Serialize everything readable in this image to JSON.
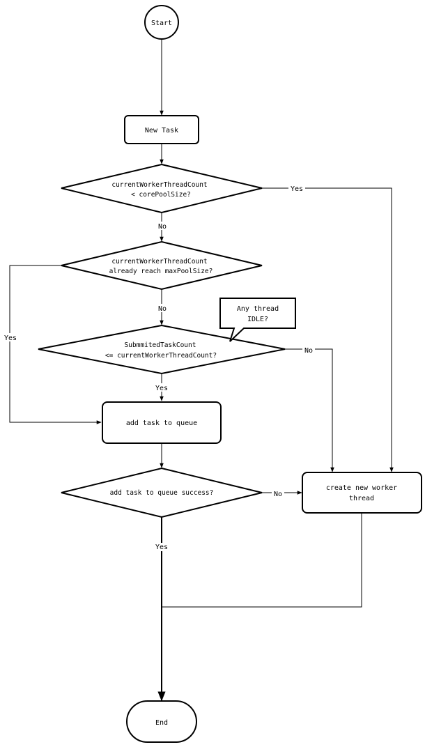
{
  "nodes": {
    "start": "Start",
    "new_task": "New Task",
    "check_core": [
      "currentWorkerThreadCount",
      "< corePoolSize?"
    ],
    "check_max": [
      "currentWorkerThreadCount",
      "already reach maxPoolSize?"
    ],
    "check_submitted": [
      "SubmmitedTaskCount",
      "<= currentWorkerThreadCount?"
    ],
    "callout": [
      "Any thread",
      "IDLE?"
    ],
    "add_queue": "add task to queue",
    "queue_success": "add task to queue success?",
    "create_worker": [
      "create new worker",
      "thread"
    ],
    "end": "End"
  },
  "edges": {
    "core_yes": "Yes",
    "core_no": "No",
    "max_yes": "Yes",
    "max_no": "No",
    "submitted_yes": "Yes",
    "submitted_no": "No",
    "queue_no": "No",
    "queue_yes": "Yes"
  }
}
